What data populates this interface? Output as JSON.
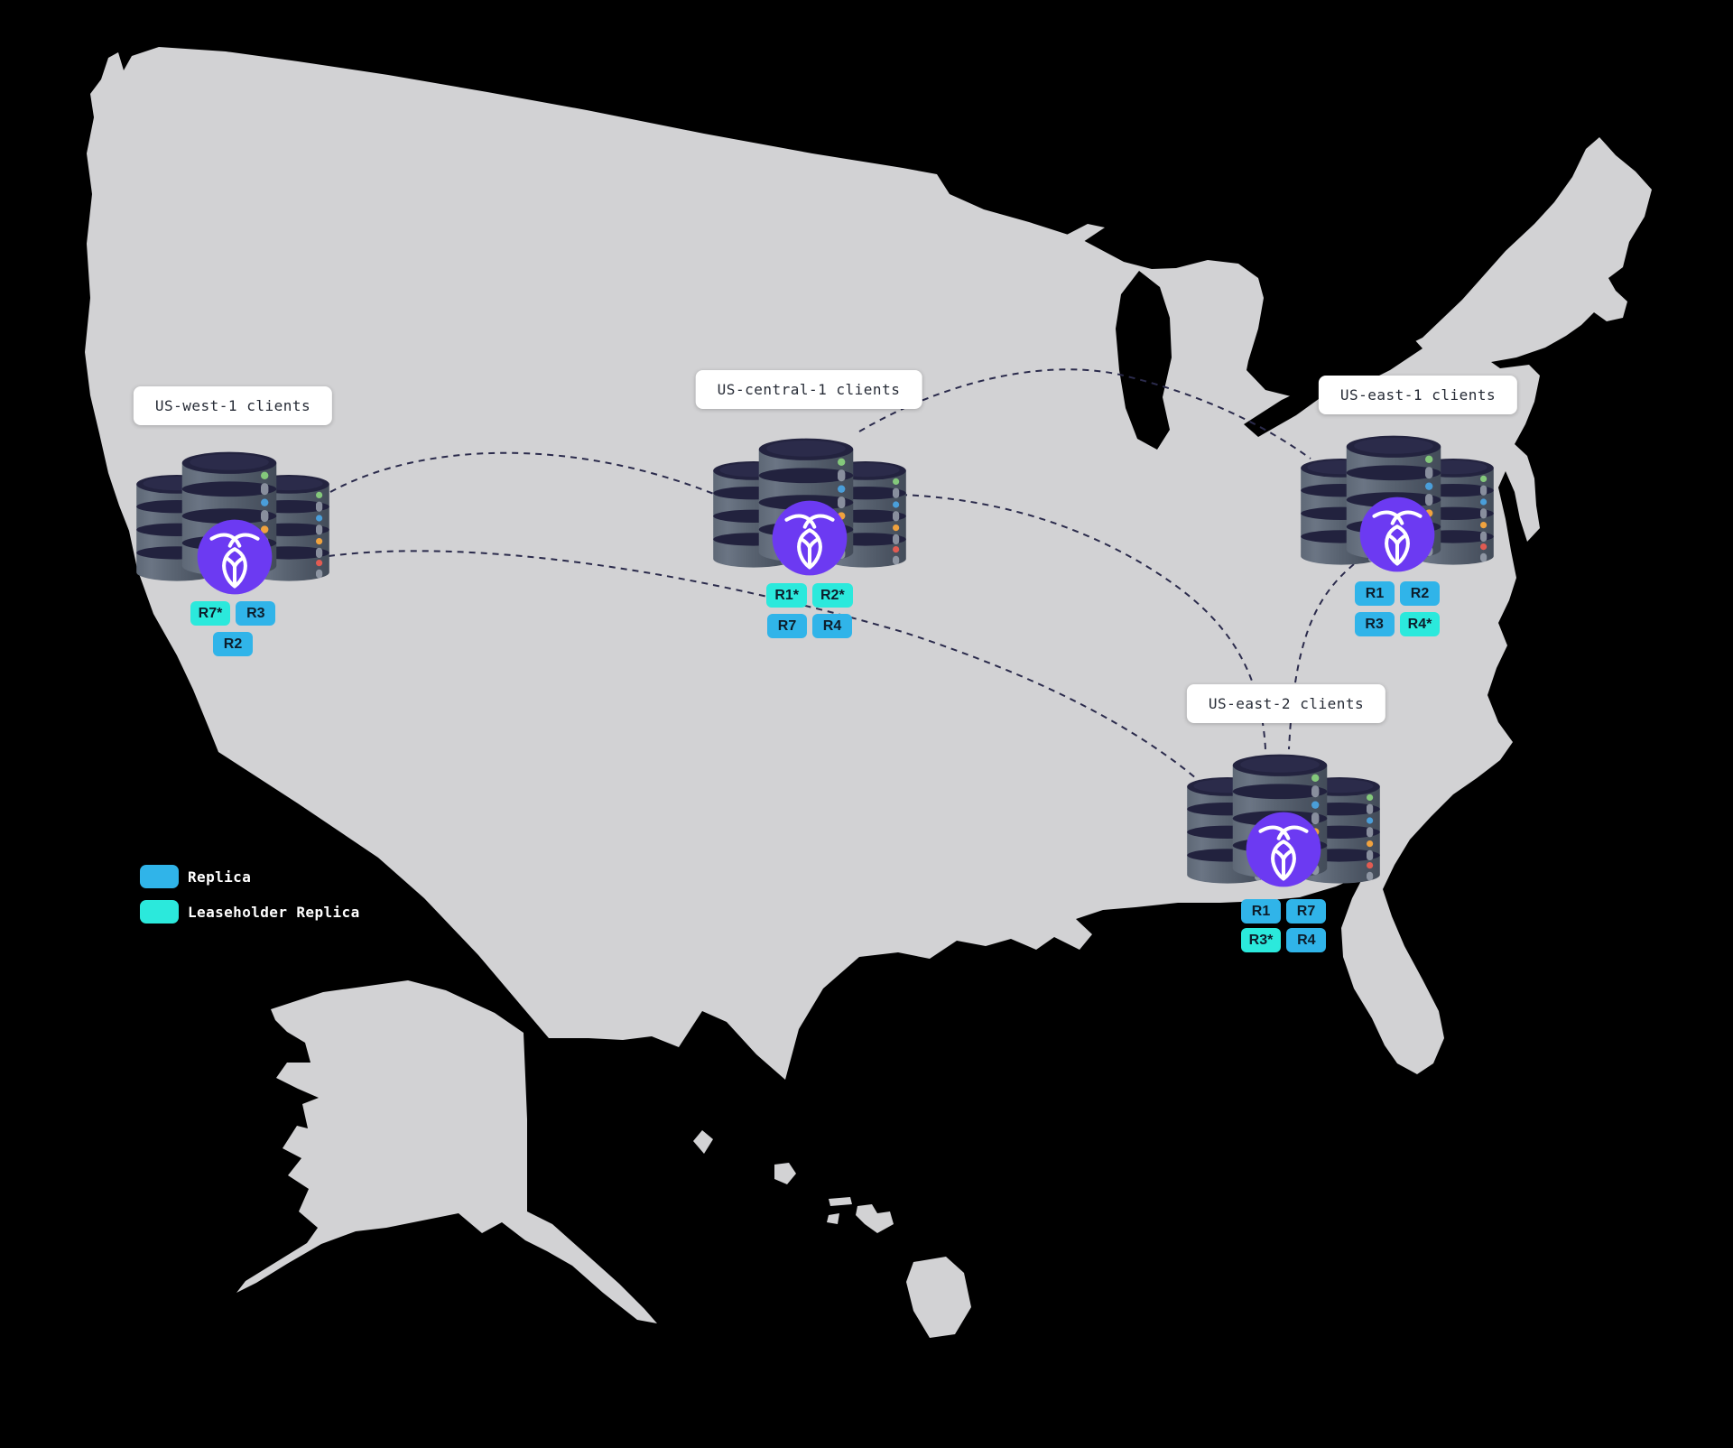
{
  "diagram": {
    "type": "cockroachdb-replication-topology-map",
    "background_color": "#000000",
    "land_color": "#d2d2d4",
    "dash_line_color": "#2b2b4c",
    "brand_purple": "#6c3af2",
    "replica_color": "#30b4e9",
    "leaseholder_color": "#2be9dc"
  },
  "legend": {
    "items": [
      {
        "label": "Replica",
        "type": "replica",
        "color": "#30b4e9"
      },
      {
        "label": "Leaseholder Replica",
        "type": "leaseholder",
        "color": "#2be9dc"
      }
    ]
  },
  "regions": [
    {
      "id": "us-west-1",
      "label": "US-west-1 clients",
      "badges": [
        {
          "label": "R7*",
          "leaseholder": true
        },
        {
          "label": "R3",
          "leaseholder": false
        },
        {
          "label": "R2",
          "leaseholder": false
        }
      ]
    },
    {
      "id": "us-central-1",
      "label": "US-central-1 clients",
      "badges": [
        {
          "label": "R1*",
          "leaseholder": true
        },
        {
          "label": "R2*",
          "leaseholder": true
        },
        {
          "label": "R7",
          "leaseholder": false
        },
        {
          "label": "R4",
          "leaseholder": false
        }
      ]
    },
    {
      "id": "us-east-1",
      "label": "US-east-1 clients",
      "badges": [
        {
          "label": "R1",
          "leaseholder": false
        },
        {
          "label": "R2",
          "leaseholder": false
        },
        {
          "label": "R3",
          "leaseholder": false
        },
        {
          "label": "R4*",
          "leaseholder": true
        }
      ]
    },
    {
      "id": "us-east-2",
      "label": "US-east-2 clients",
      "badges": [
        {
          "label": "R1",
          "leaseholder": false
        },
        {
          "label": "R7",
          "leaseholder": false
        },
        {
          "label": "R3*",
          "leaseholder": true
        },
        {
          "label": "R4",
          "leaseholder": false
        }
      ]
    }
  ],
  "connections": [
    [
      "us-west-1",
      "us-central-1"
    ],
    [
      "us-west-1",
      "us-east-2"
    ],
    [
      "us-central-1",
      "us-east-1"
    ],
    [
      "us-central-1",
      "us-east-2"
    ],
    [
      "us-east-1",
      "us-east-2"
    ]
  ]
}
